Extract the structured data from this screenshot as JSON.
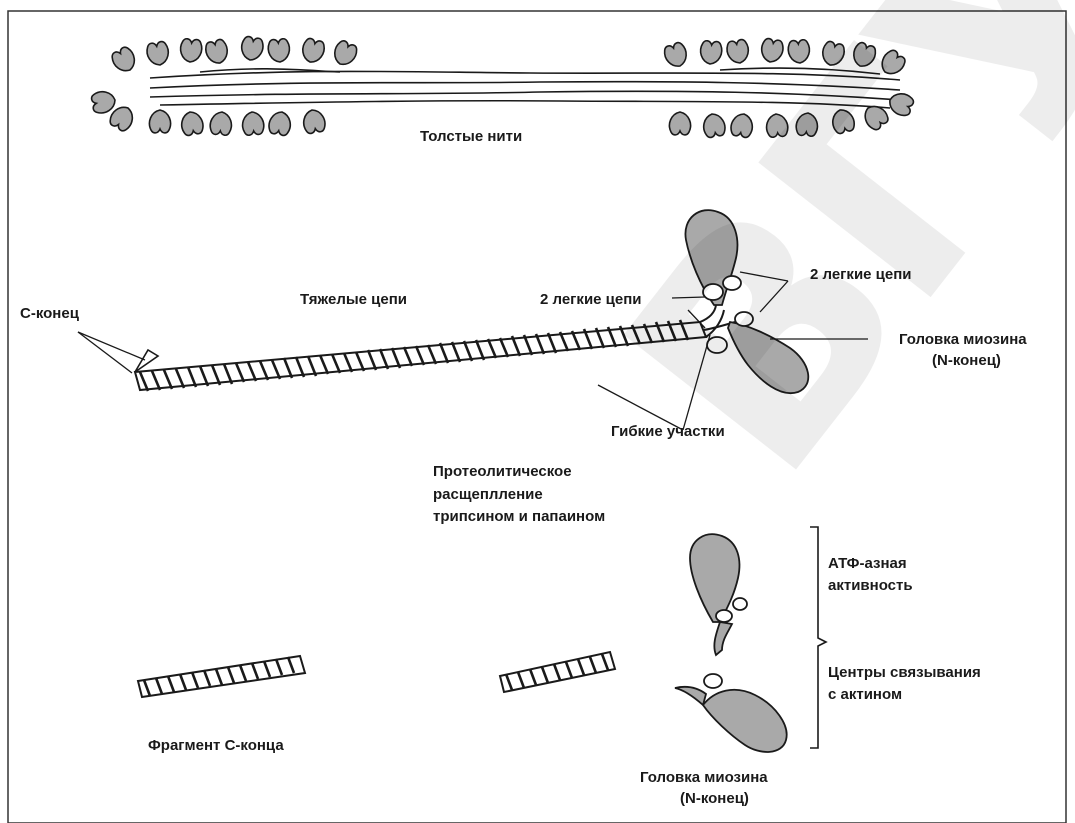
{
  "labels": {
    "thick_filaments": "Толстые нити",
    "heavy_chains": "Тяжелые цепи",
    "c_terminus": "С-конец",
    "light_chains_left": "2 легкие цепи",
    "light_chains_right": "2 легкие цепи",
    "myosin_head_top_1": "Головка миозина",
    "myosin_head_top_2": "(N-конец)",
    "flexible_regions": "Гибкие участки",
    "proteolysis_1": "Протеолитическое",
    "proteolysis_2": "расщеплление",
    "proteolysis_3": "трипсином и папаином",
    "atpase_1": "АТФ-азная",
    "atpase_2": "активность",
    "actin_binding_1": "Центры связывания",
    "actin_binding_2": "с актином",
    "c_fragment": "Фрагмент С-конца",
    "myosin_head_bottom_1": "Головка миозина",
    "myosin_head_bottom_2": "(N-конец)"
  },
  "watermark": "ВГУ",
  "colors": {
    "ink": "#1a1a1a",
    "head_fill": "#a9a9a9",
    "frame": "#333333",
    "watermark": "#000000"
  }
}
